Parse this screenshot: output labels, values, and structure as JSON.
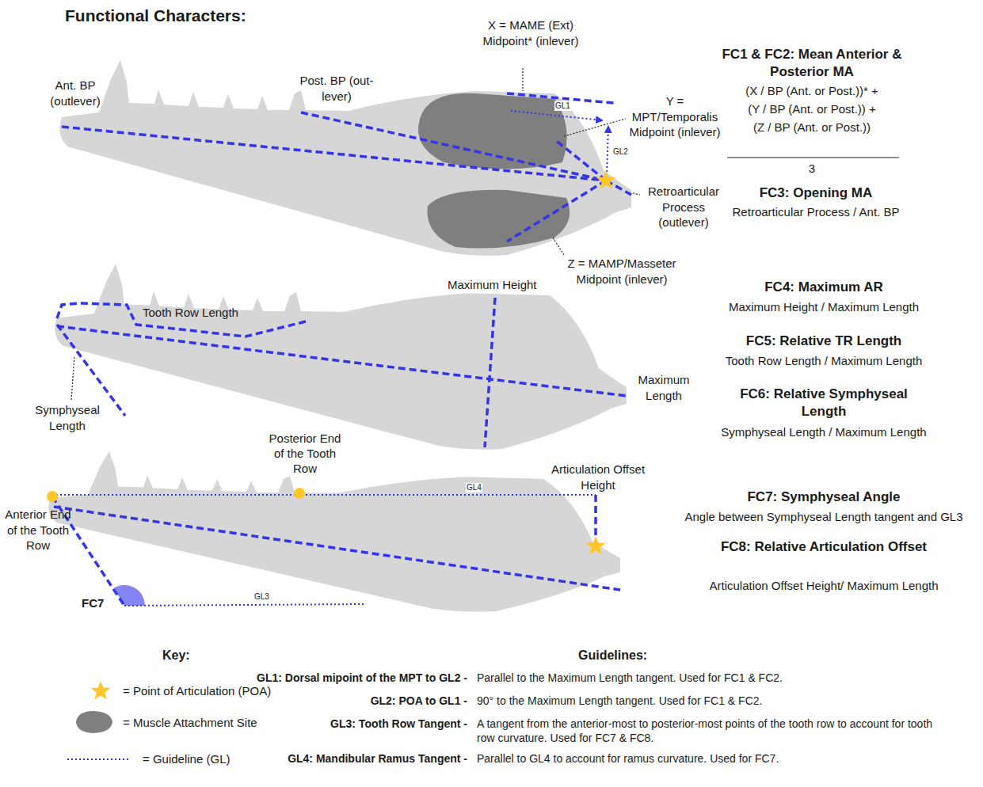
{
  "diagram": {
    "title": "Functional Characters:",
    "labels": [
      "X = MAME (Ext) Midpoint* (inlever)",
      "Ant. BP (outlever)",
      "Post. BP (out-lever)",
      "GL1",
      "Y = MPT/Temporalis Midpoint (inlever)",
      "GL2",
      "Retroarticular Process (outlever)",
      "Z = MAMP/Masseter Midpoint (inlever)",
      "FC1 & FC2: Mean Anterior & Posterior MA",
      "(X / BP (Ant. or Post.))* +",
      "(Y / BP (Ant. or Post.)) +",
      "(Z / BP (Ant. or Post.))",
      "3",
      "FC3: Opening MA",
      "Retroarticular Process / Ant. BP",
      "Tooth Row Length",
      "Maximum Height",
      "Symphyseal Length",
      "Maximum Length",
      "FC4: Maximum AR",
      "Maximum Height / Maximum Length",
      "FC5: Relative TR Length",
      "Tooth Row Length / Maximum Length",
      "FC6: Relative Symphyseal Length",
      "Symphyseal Length / Maximum Length",
      "Posterior End of the Tooth Row",
      "Articulation Offset Height",
      "GL4",
      "Anterior End of the Tooth Row",
      "FC7",
      "GL3",
      "FC7: Symphyseal Angle",
      "Angle between Symphyseal Length tangent and GL3",
      "FC8: Relative Articulation Offset",
      "Articulation Offset Height/ Maximum Length",
      "Key:",
      "Guidelines:",
      "GL1: Dorsal mipoint of the MPT to GL2 -",
      "Parallel to the Maximum Length tangent. Used for FC1 & FC2.",
      "GL2: POA to GL1 -",
      "90° to the Maximum Length tangent. Used for FC1 & FC2.",
      "GL3: Tooth Row Tangent -",
      "A tangent from the anterior-most to posterior-most points of the tooth row to account for tooth row curvature. Used for FC7 & FC8.",
      "GL4: Mandibular Ramus Tangent -",
      "Parallel to GL4 to account for ramus curvature. Used for FC7."
    ],
    "legend": [
      {
        "text": "= Point of Articulation (POA)"
      },
      {
        "text": "= Muscle Attachment Site",
        "color": "#7f7f7f"
      },
      {
        "text": "= Guideline (GL)"
      }
    ]
  }
}
